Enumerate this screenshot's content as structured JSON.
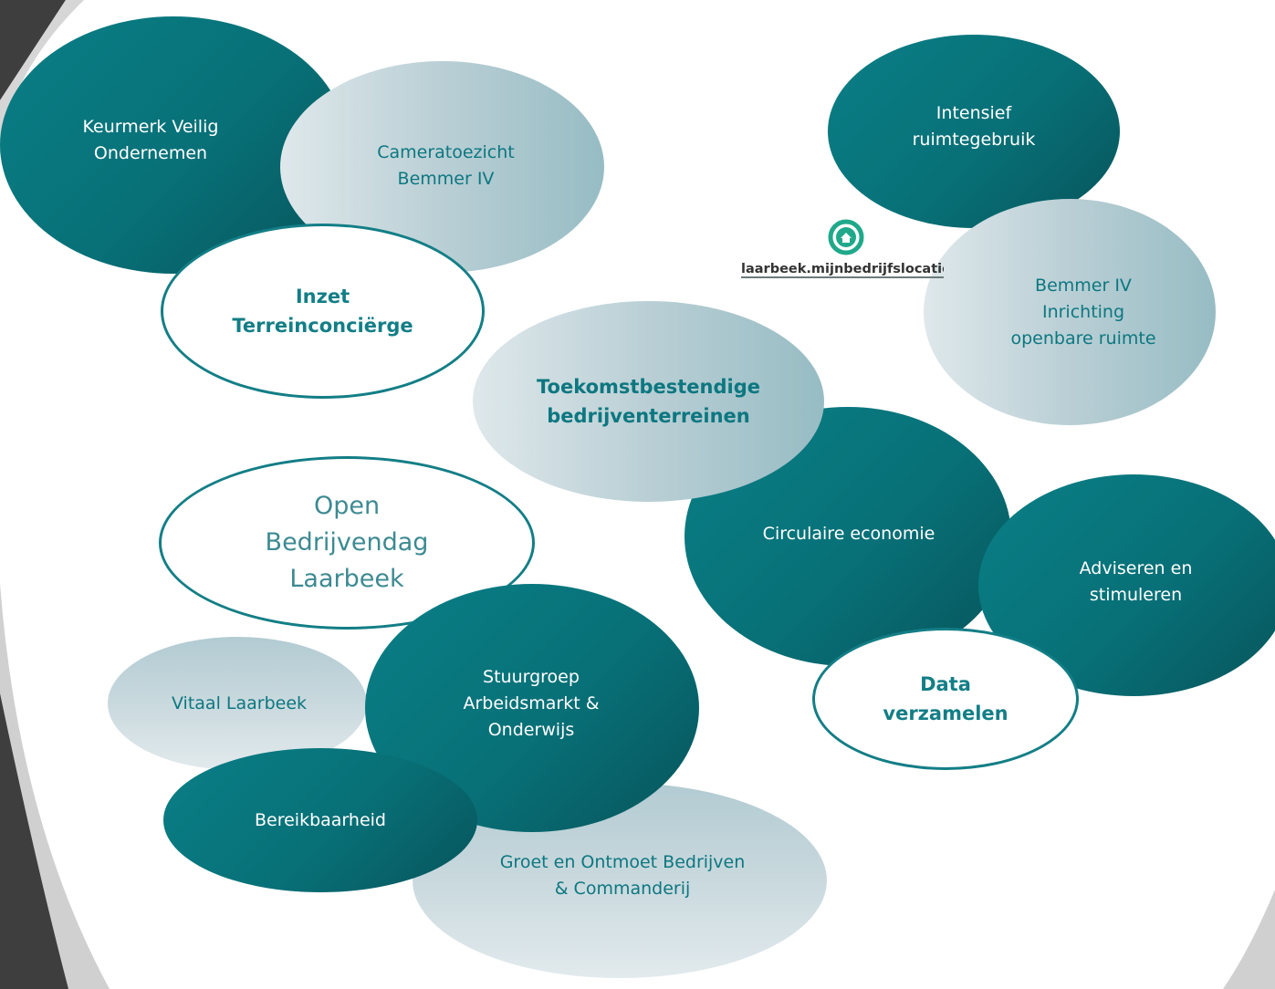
{
  "nodes": {
    "keurmerk": "Keurmerk Veilig\nOndernemen",
    "cameratoezicht": "Cameratoezicht\nBemmer IV",
    "terreinconcierge": "Inzet\nTerreinconciërge",
    "intensief": "Intensief\nruimtegebruik",
    "inrichting": "Bemmer IV\nInrichting\nopenbare ruimte",
    "toekomst": "Toekomstbestendige\nbedrijventerreinen",
    "circulair": "Circulaire economie",
    "adviseren": "Adviseren en\nstimuleren",
    "data": "Data\nverzamelen",
    "open_bedrijvendag": "Open\nBedrijvendag\nLaarbeek",
    "vitaal": "Vitaal Laarbeek",
    "stuurgroep": "Stuurgroep\nArbeidsmarkt &\nOnderwijs",
    "bereikbaarheid": "Bereikbaarheid",
    "groet": "Groet en Ontmoet Bedrijven\n& Commanderij"
  },
  "logo": {
    "text": "laarbeek.mijnbedrijfslocatie",
    "icon": "home-circle-icon"
  },
  "colors": {
    "dark_teal": "#087077",
    "light_teal": "#b9cfd5",
    "outline_teal": "#137e86"
  }
}
